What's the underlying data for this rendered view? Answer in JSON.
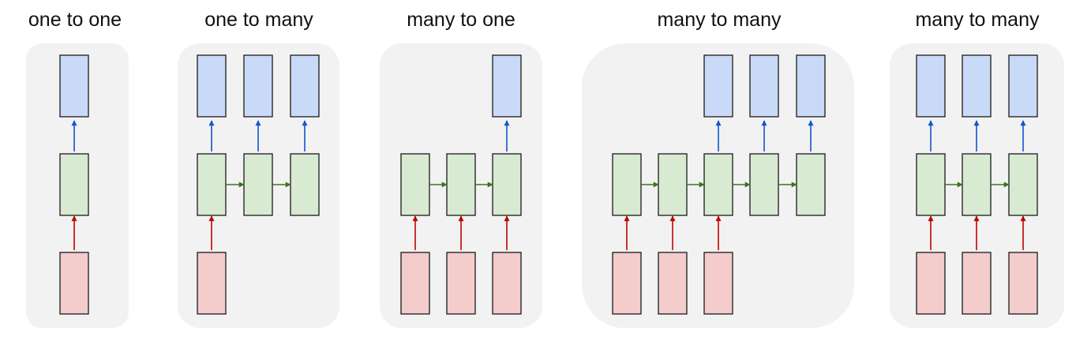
{
  "titles": {
    "one_to_one": "one to one",
    "one_to_many": "one to many",
    "many_to_one": "many to one",
    "many_to_many_a": "many to many",
    "many_to_many_b": "many to many"
  },
  "colors": {
    "panel_background": "#f2f2f2",
    "input_fill": "#f4cccc",
    "hidden_fill": "#d9ead3",
    "output_fill": "#c9daf8",
    "box_stroke": "#1a1a1a",
    "input_arrow": "#c00000",
    "recurrent_arrow": "#38761d",
    "output_arrow": "#1155cc"
  }
}
